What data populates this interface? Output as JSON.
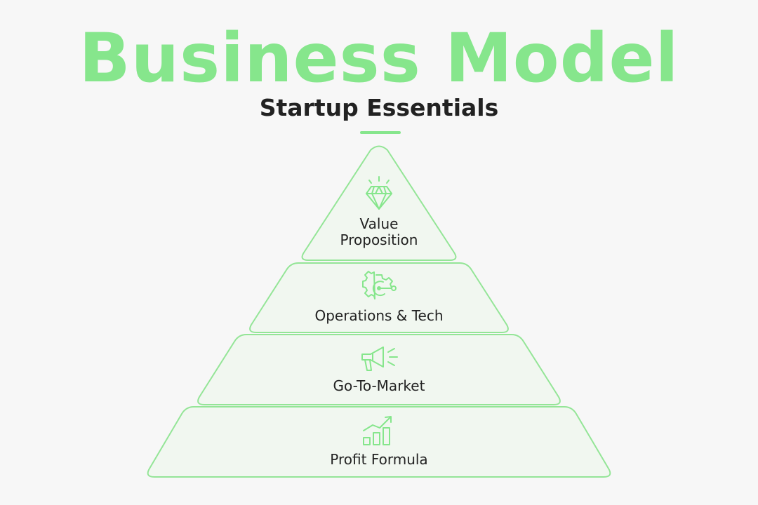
{
  "title": "Business Model",
  "subtitle": "Startup Essentials",
  "colors": {
    "accent": "#86e68c",
    "text": "#222222",
    "tier_fill": "#f1f7f0",
    "tier_stroke": "#94e597",
    "background": "#f7f7f7"
  },
  "tiers": [
    {
      "label_line1": "Value",
      "label_line2": "Proposition",
      "icon": "diamond-icon"
    },
    {
      "label": "Operations & Tech",
      "icon": "gear-icon"
    },
    {
      "label": "Go-To-Market",
      "icon": "megaphone-icon"
    },
    {
      "label": "Profit Formula",
      "icon": "growth-chart-icon"
    }
  ]
}
